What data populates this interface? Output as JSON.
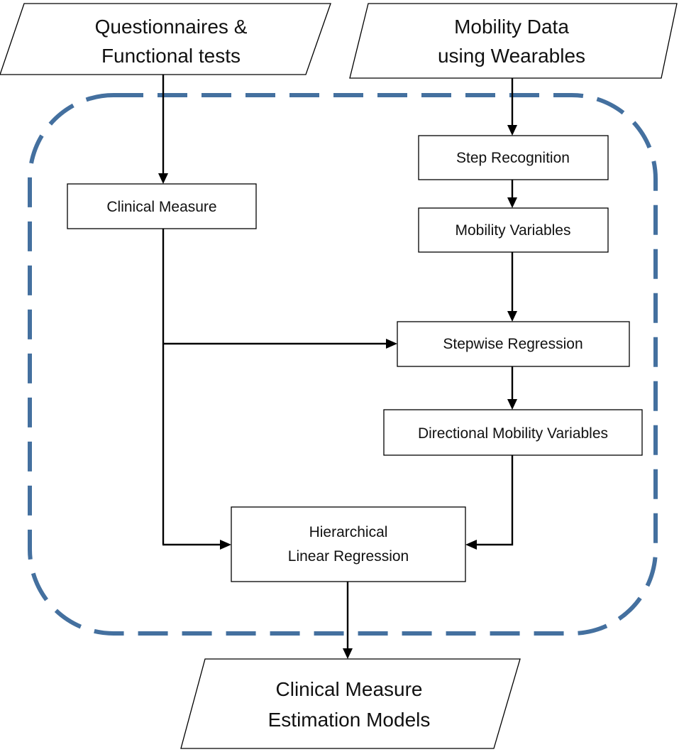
{
  "inputs": {
    "questionnaires": {
      "line1": "Questionnaires &",
      "line2": "Functional tests"
    },
    "mobility_data": {
      "line1": "Mobility Data",
      "line2": "using Wearables"
    }
  },
  "process": {
    "clinical_measure": "Clinical Measure",
    "step_recognition": "Step Recognition",
    "mobility_variables": "Mobility Variables",
    "stepwise_regression": "Stepwise Regression",
    "directional_mobility_variables": "Directional Mobility Variables",
    "hierarchical_regression": {
      "line1": "Hierarchical",
      "line2": "Linear Regression"
    }
  },
  "output": {
    "line1": "Clinical Measure",
    "line2": "Estimation Models"
  },
  "colors": {
    "boundary": "#44709f",
    "stroke": "#000000",
    "fill": "#ffffff"
  }
}
